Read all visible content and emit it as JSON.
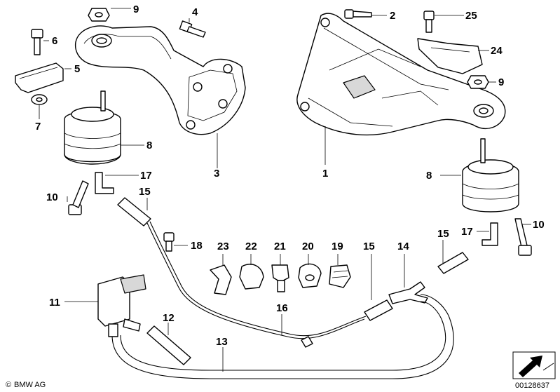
{
  "callouts": [
    "9",
    "4",
    "6",
    "5",
    "7",
    "8",
    "3",
    "17",
    "10",
    "15",
    "18",
    "23",
    "22",
    "21",
    "20",
    "19",
    "11",
    "12",
    "13",
    "16",
    "2",
    "25",
    "24",
    "9",
    "1",
    "8",
    "15",
    "14",
    "17",
    "10",
    "15"
  ],
  "footer": {
    "brand": "BMW AG",
    "image_number": "00128637"
  }
}
